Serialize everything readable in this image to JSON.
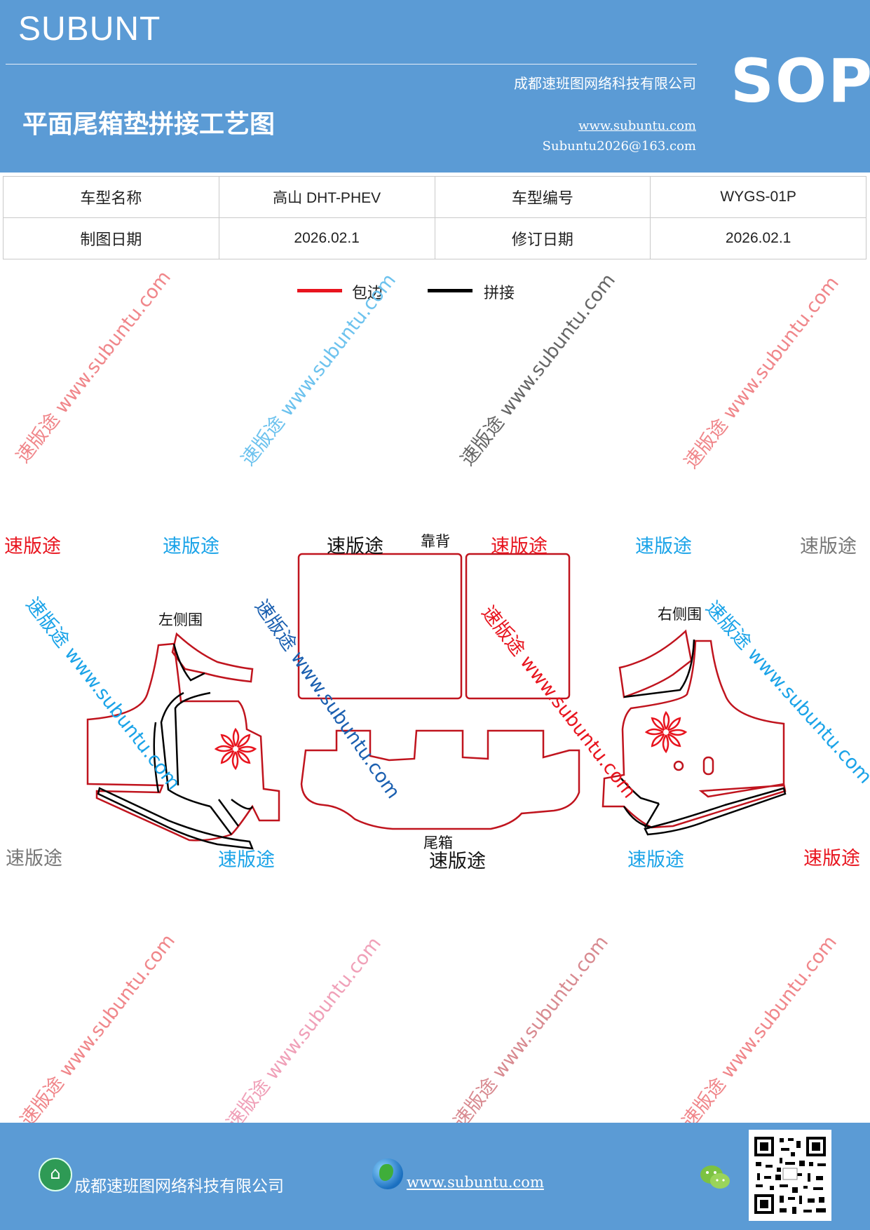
{
  "header": {
    "brand": "SUBUNT",
    "title": "平面尾箱垫拼接工艺图",
    "company": "成都速班图网络科技有限公司",
    "website": "www.subuntu.com",
    "email": "Subuntu2026@163.com",
    "badge": "SOP"
  },
  "info_table": {
    "rows": [
      [
        "车型名称",
        "高山 DHT-PHEV",
        "车型编号",
        "WYGS-01P"
      ],
      [
        "制图日期",
        "2026.02.1",
        "修订日期",
        "2026.02.1"
      ]
    ]
  },
  "legend": [
    {
      "label": "包边",
      "color": "#e8141e"
    },
    {
      "label": "拼接",
      "color": "#000000"
    }
  ],
  "parts": {
    "backrest": "靠背",
    "left_side": "左侧围",
    "right_side": "右侧围",
    "trunk": "尾箱"
  },
  "watermarks": {
    "brand": "速版途",
    "url_line": "速版途 www.subuntu.com",
    "url_only": "www.subuntu.com",
    "colors": {
      "red": "#e8141e",
      "blue": "#1aa3e8",
      "gray": "#777777"
    }
  },
  "footer": {
    "company": "成都速班图网络科技有限公司",
    "website": "www.subuntu.com "
  },
  "colors": {
    "header_bg": "#5b9bd5",
    "edge_red": "#e8141e",
    "seam_black": "#000000"
  }
}
